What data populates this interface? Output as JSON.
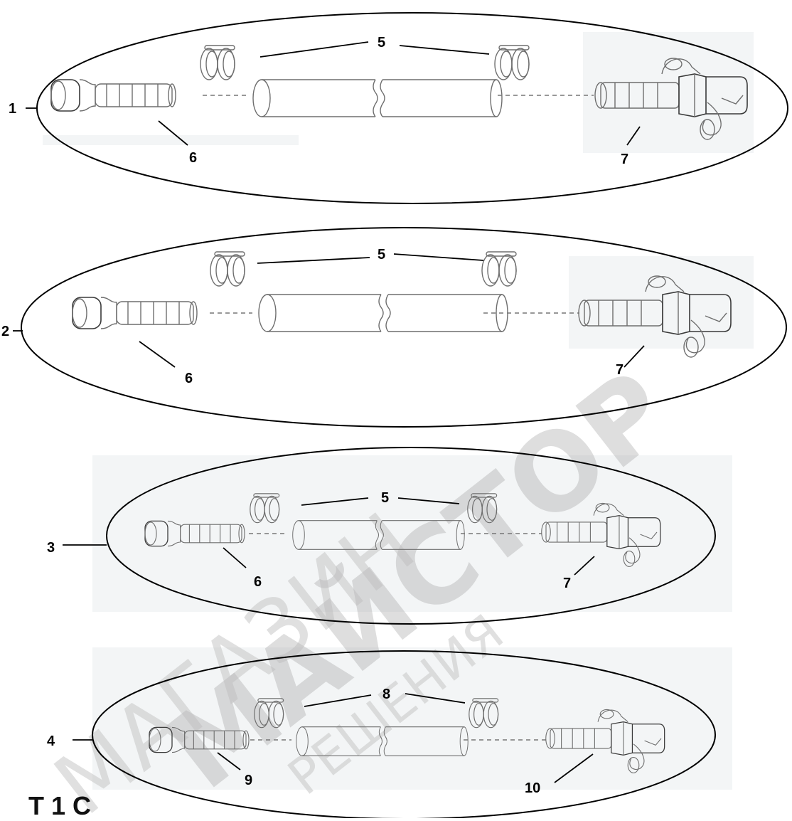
{
  "assemblies": [
    {
      "label": "1",
      "hose_label": "5",
      "left_label": "6",
      "right_label": "7"
    },
    {
      "label": "2",
      "hose_label": "5",
      "left_label": "6",
      "right_label": "7"
    },
    {
      "label": "3",
      "hose_label": "5",
      "left_label": "6",
      "right_label": "7"
    },
    {
      "label": "4",
      "hose_label": "8",
      "left_label": "9",
      "right_label": "10"
    }
  ],
  "caption": "Т 1 С"
}
